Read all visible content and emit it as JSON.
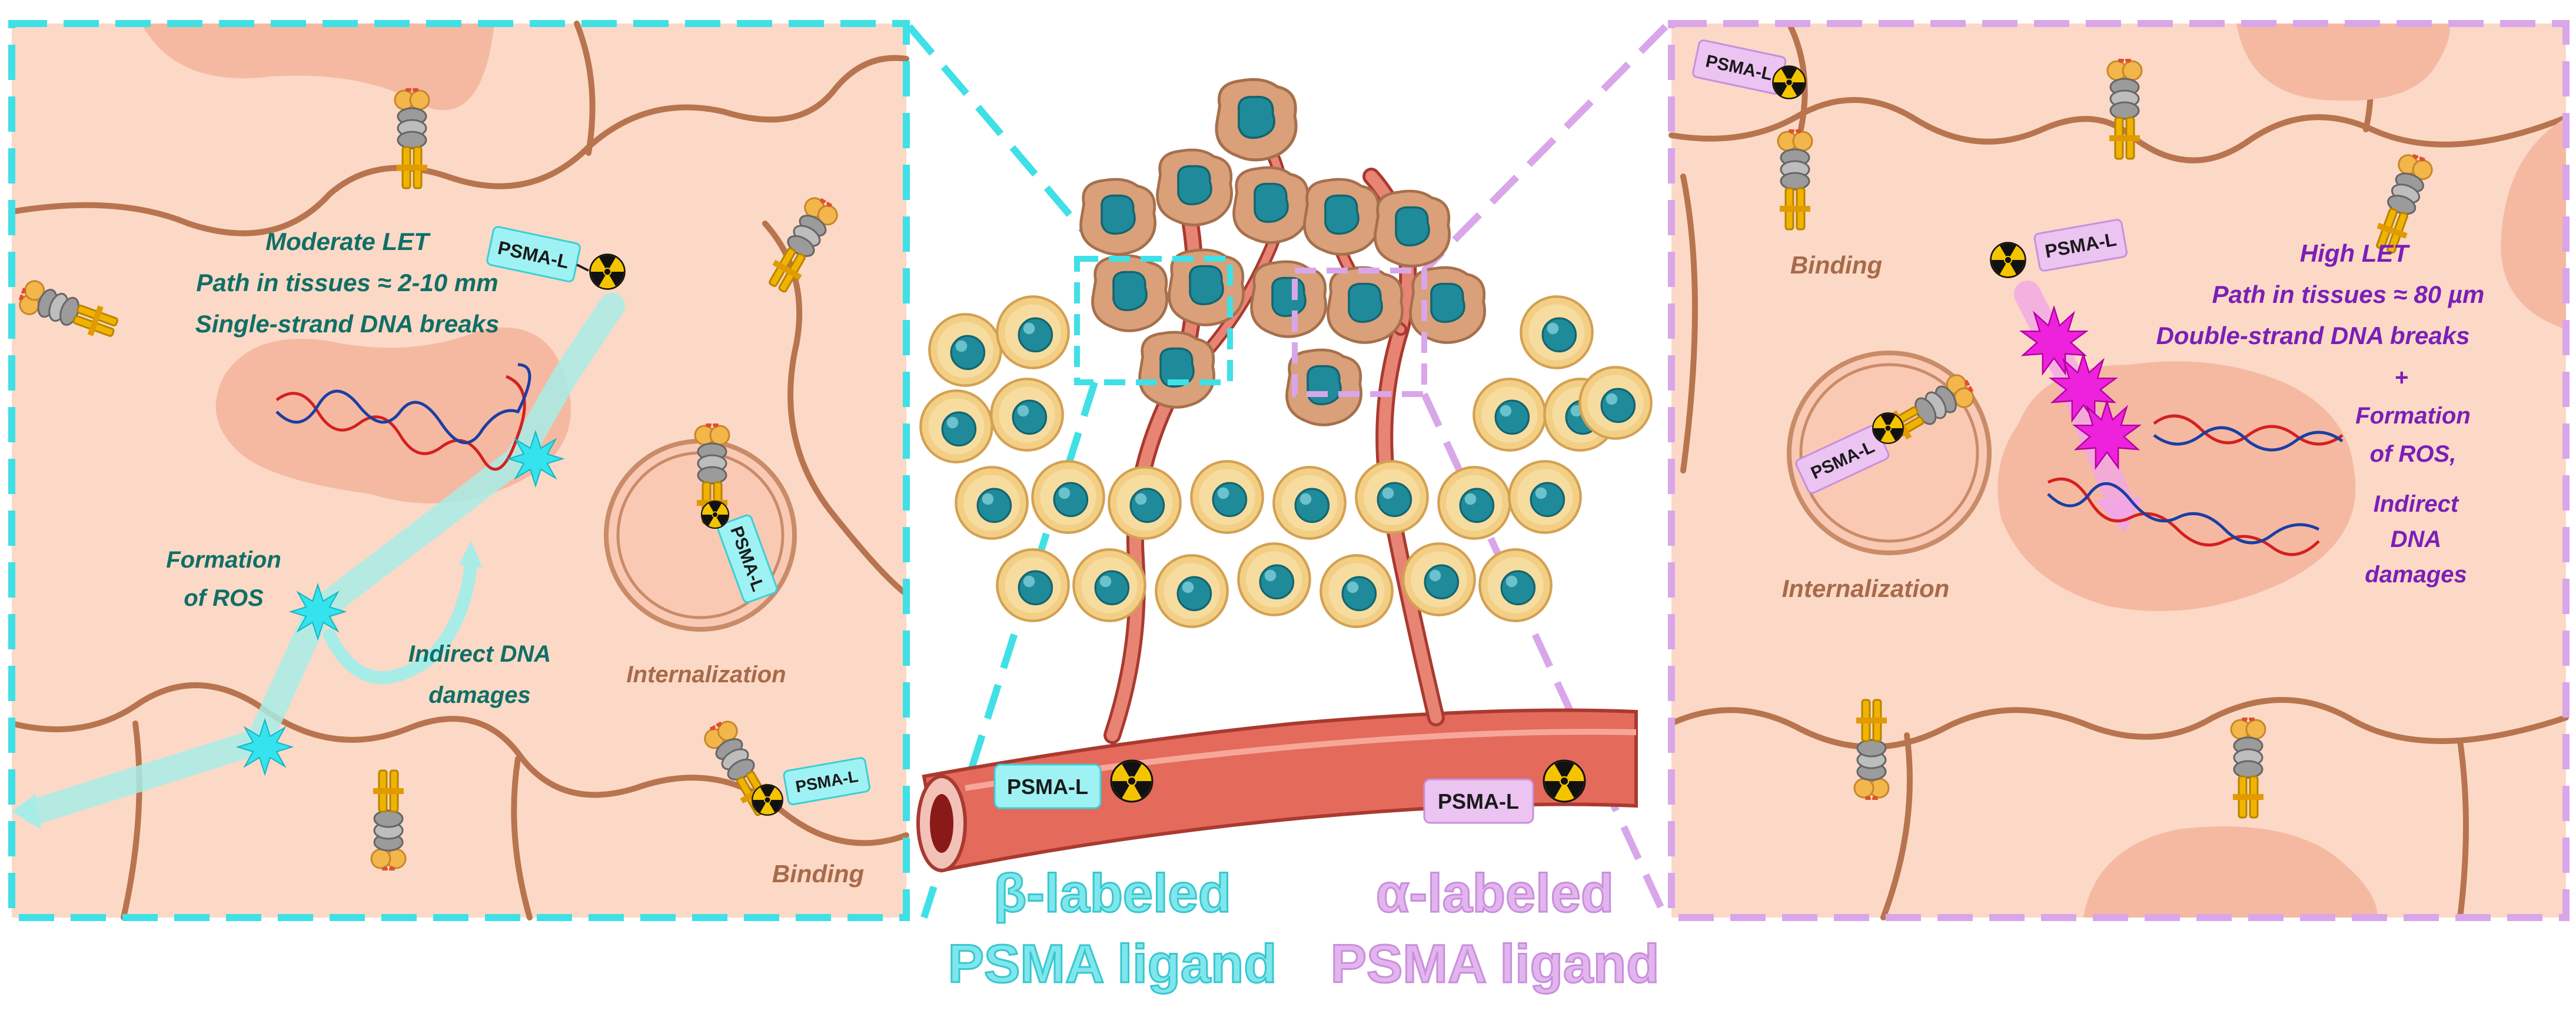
{
  "left_panel": {
    "let_line1": "Moderate LET",
    "let_line2": "Path in tissues ≈ 2-10 mm",
    "let_line3": "Single-strand DNA breaks",
    "ros_line1": "Formation",
    "ros_line2": "of ROS",
    "indirect_line1": "Indirect DNA",
    "indirect_line2": "damages",
    "internalization": "Internalization",
    "binding": "Binding",
    "tag_top": "PSMA-L",
    "tag_vesicle": "PSMA-L",
    "tag_binding": "PSMA-L"
  },
  "right_panel": {
    "let_line1": "High LET",
    "let_line2": "Path in tissues ≈ 80 µm",
    "let_line3": "Double-strand DNA breaks",
    "plus": "+",
    "ros_line1": "Formation",
    "ros_line2": "of ROS,",
    "indirect_line1": "Indirect",
    "indirect_line2": "DNA",
    "indirect_line3": "damages",
    "binding": "Binding",
    "internalization": "Internalization",
    "tag_corner": "PSMA-L",
    "tag_top": "PSMA-L",
    "tag_vesicle": "PSMA-L"
  },
  "center": {
    "vessel_tag_beta": "PSMA-L",
    "vessel_tag_alpha": "PSMA-L",
    "beta_line1": "β-labeled",
    "beta_line2": "PSMA ligand",
    "alpha_line1": "α-labeled",
    "alpha_line2": "PSMA ligand"
  },
  "colors": {
    "beta_accent": "#3fe0e6",
    "alpha_accent": "#d9a6ea",
    "tissue_bg": "#fbd9c6",
    "membrane": "#b8744f",
    "cell_yellow": "#f3cf86",
    "nucleus": "#1f8b9a",
    "vessel": "#e46a5c"
  },
  "icons": {
    "radiation": "radiation-icon",
    "receptor": "psma-receptor-icon",
    "burst": "ros-burst-icon",
    "dna": "dna-helix-icon"
  }
}
